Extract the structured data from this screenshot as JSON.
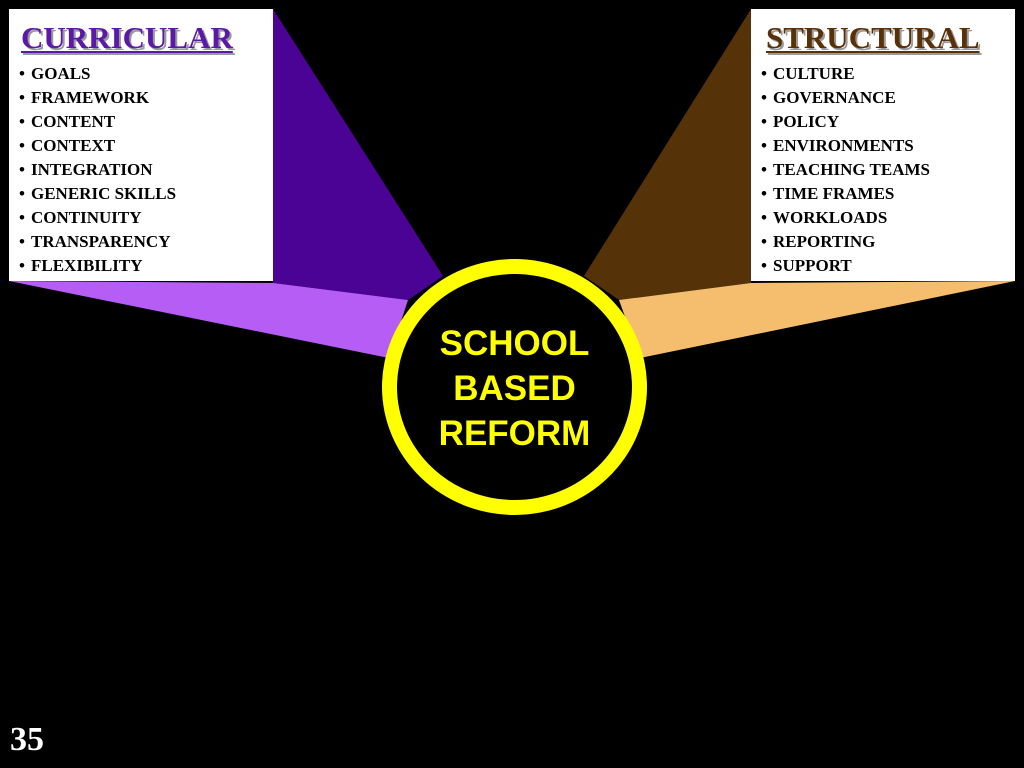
{
  "slide": {
    "number": "35"
  },
  "hub": {
    "text": "SCHOOL\nBASED\nREFORM",
    "color": "#ffff00"
  },
  "curricular": {
    "title": "CURRICULAR",
    "title_color": "#5c18a8",
    "beam_dark_color": "#4b0396",
    "beam_light_color": "#b55df5",
    "items": [
      "GOALS",
      "FRAMEWORK",
      "CONTENT",
      "CONTEXT",
      "INTEGRATION",
      "GENERIC SKILLS",
      "CONTINUITY",
      "TRANSPARENCY",
      "FLEXIBILITY"
    ]
  },
  "structural": {
    "title": "STRUCTURAL",
    "title_color": "#5a3106",
    "beam_dark_color": "#553208",
    "beam_light_color": "#f5be6e",
    "items": [
      "CULTURE",
      "GOVERNANCE",
      "POLICY",
      "ENVIRONMENTS",
      "TEACHING TEAMS",
      "TIME FRAMES",
      "WORKLOADS",
      "REPORTING",
      "SUPPORT"
    ]
  }
}
